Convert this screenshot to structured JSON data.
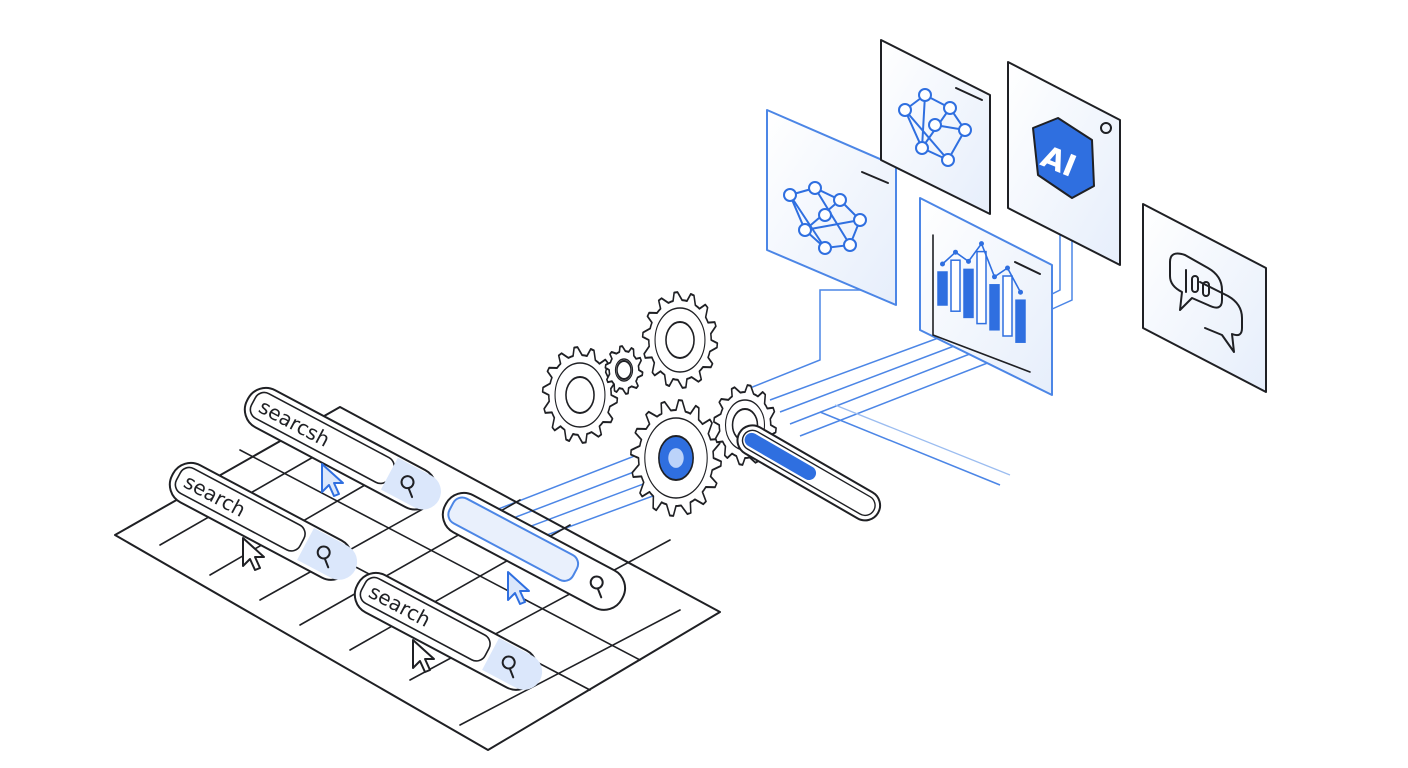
{
  "search_bars": [
    {
      "text": "searcsh"
    },
    {
      "text": "search"
    },
    {
      "text": "search"
    },
    {
      "text": ""
    }
  ],
  "ai_badge": {
    "label": "AI"
  },
  "icons": {
    "magnifier": "search-icon",
    "cursor": "mouse-pointer-icon",
    "gear": "gear-icon",
    "network": "network-graph-icon",
    "chart": "bar-chart-icon",
    "chat": "chat-bubble-icon",
    "ai": "ai-shield-icon"
  },
  "colors": {
    "ink": "#1f2024",
    "accent": "#2f6fe0",
    "accent_light": "#e9f0fc",
    "wire": "#4c86e6"
  },
  "chart_card": {
    "bar_levels": [
      0.25,
      0.55,
      0.5,
      0.9,
      0.45,
      0.7,
      0.4
    ]
  },
  "progress_bar": {
    "level": 0.55
  }
}
